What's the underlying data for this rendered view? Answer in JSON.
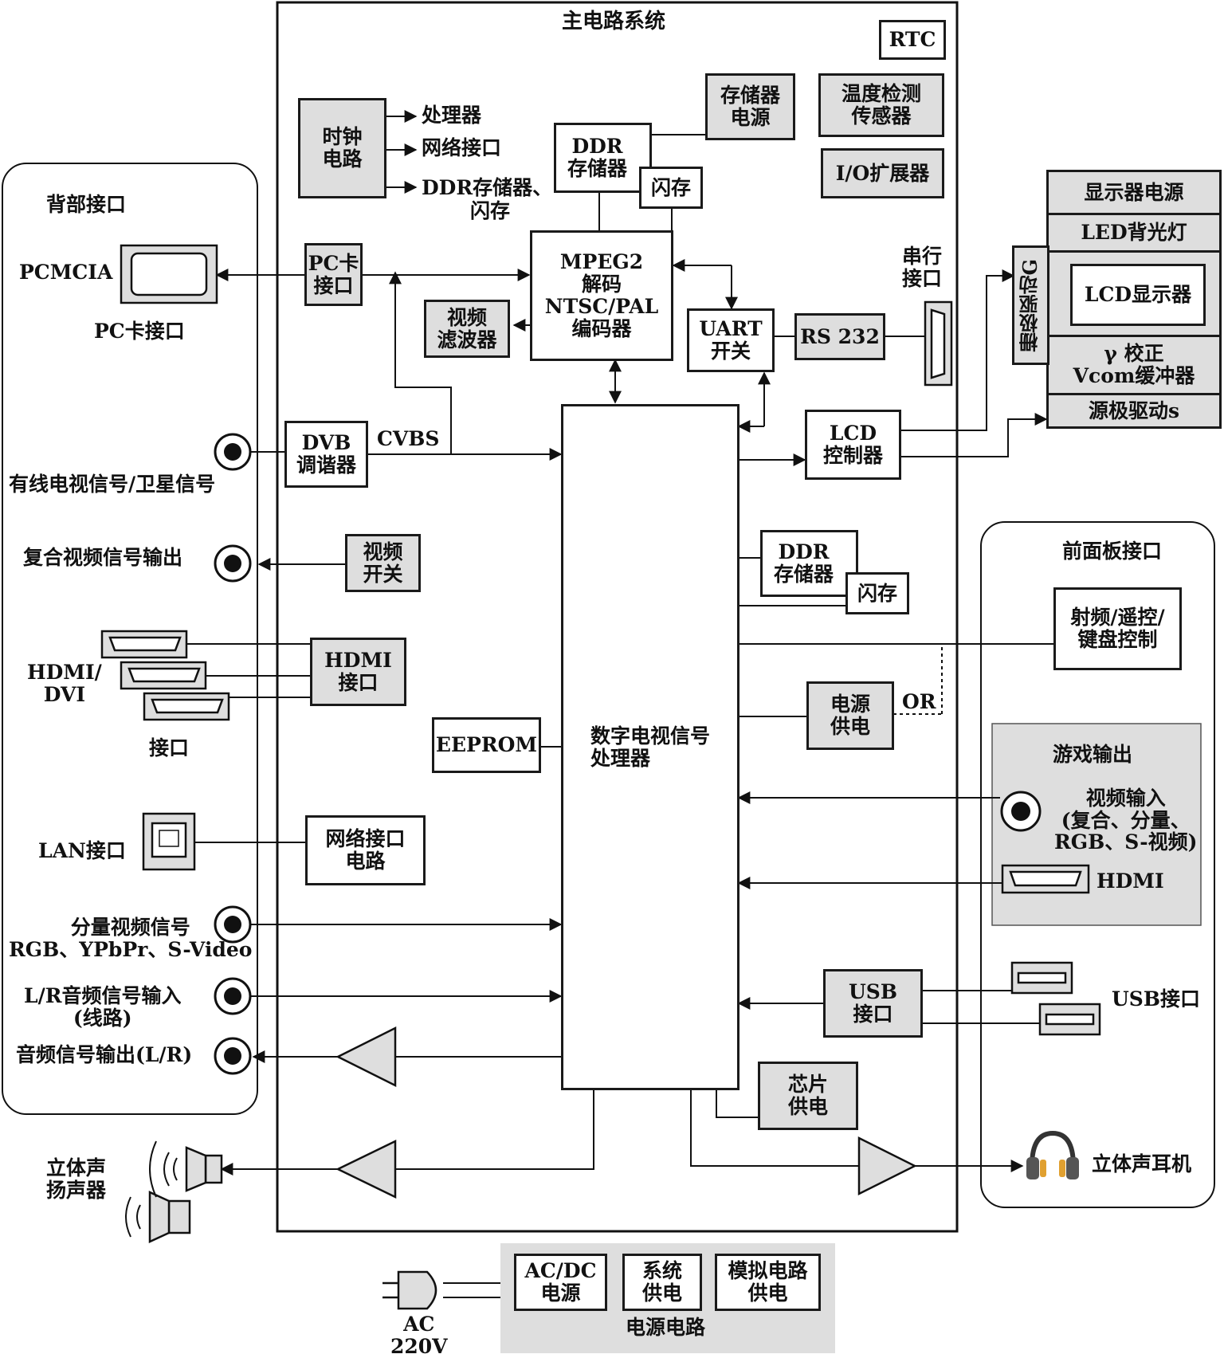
{
  "main_title": "主电路系统",
  "blocks": {
    "rtc": "RTC",
    "clock": [
      "时钟",
      "电路"
    ],
    "storage_power": [
      "存储器",
      "电源"
    ],
    "temp_sensor": [
      "温度检测",
      "传感器"
    ],
    "io_expander": "I/O扩展器",
    "ddr_top": [
      "DDR",
      "存储器"
    ],
    "flash_top": "闪存",
    "pc_card_if": [
      "PC卡",
      "接口"
    ],
    "mpeg": [
      "MPEG2",
      "解码",
      "NTSC/PAL",
      "编码器"
    ],
    "video_filter": [
      "视频",
      "滤波器"
    ],
    "uart": [
      "UART",
      "开关"
    ],
    "rs232": "RS 232",
    "dvb": [
      "DVB",
      "调谐器"
    ],
    "lcd_ctrl": [
      "LCD",
      "控制器"
    ],
    "video_switch": [
      "视频",
      "开关"
    ],
    "ddr_mid": [
      "DDR",
      "存储器"
    ],
    "flash_mid": "闪存",
    "hdmi_if": [
      "HDMI",
      "接口"
    ],
    "eeprom": "EEPROM",
    "dsp": [
      "数字电视信号",
      "处理器"
    ],
    "power_supply": [
      "电源",
      "供电"
    ],
    "network_circuit": [
      "网络接口",
      "电路"
    ],
    "usb_if": [
      "USB",
      "接口"
    ],
    "chip_power": [
      "芯片",
      "供电"
    ],
    "rf_remote": [
      "射频/遥控/",
      "键盘控制"
    ],
    "acdc": [
      "AC/DC",
      "电源"
    ],
    "sys_power": [
      "系统",
      "供电"
    ],
    "analog_power": [
      "模拟电路",
      "供电"
    ]
  },
  "clock_outputs": [
    "处理器",
    "网络接口",
    "DDR存储器、",
    "闪存"
  ],
  "display_panel": {
    "display_power": "显示器电源",
    "led_backlight": "LED背光灯",
    "lcd_display": "LCD显示器",
    "gamma": [
      "γ 校正",
      "Vcom缓冲器"
    ],
    "source_driver": "源极驱动s",
    "gate_driver": "栅极驱动G"
  },
  "rear_panel": {
    "title": "背部接口",
    "pcmcia": "PCMCIA",
    "pc_card_port": "PC卡接口",
    "cable_signal": "有线电视信号/卫星信号",
    "composite_out": "复合视频信号输出",
    "hdmi_dvi": [
      "HDMI/",
      "DVI"
    ],
    "hdmi_port": "接口",
    "lan": "LAN接口",
    "component": [
      "分量视频信号",
      "RGB、YPbPr、S-Video"
    ],
    "lr_audio_in": [
      "L/R音频信号输入",
      "(线路)"
    ],
    "audio_out": "音频信号输出(L/R)"
  },
  "front_panel": {
    "title": "前面板接口",
    "game_output": "游戏输出",
    "video_input": [
      "视频输入",
      "(复合、分量、",
      "RGB、S-视频)"
    ],
    "hdmi": "HDMI",
    "usb_port": "USB接口",
    "headphones": "立体声耳机"
  },
  "labels": {
    "serial_port": [
      "串行",
      "接口"
    ],
    "cvbs": "CVBS",
    "or": "OR",
    "speakers": [
      "立体声",
      "扬声器"
    ],
    "ac": [
      "AC",
      "220V"
    ],
    "power_circuit": "电源电路"
  }
}
